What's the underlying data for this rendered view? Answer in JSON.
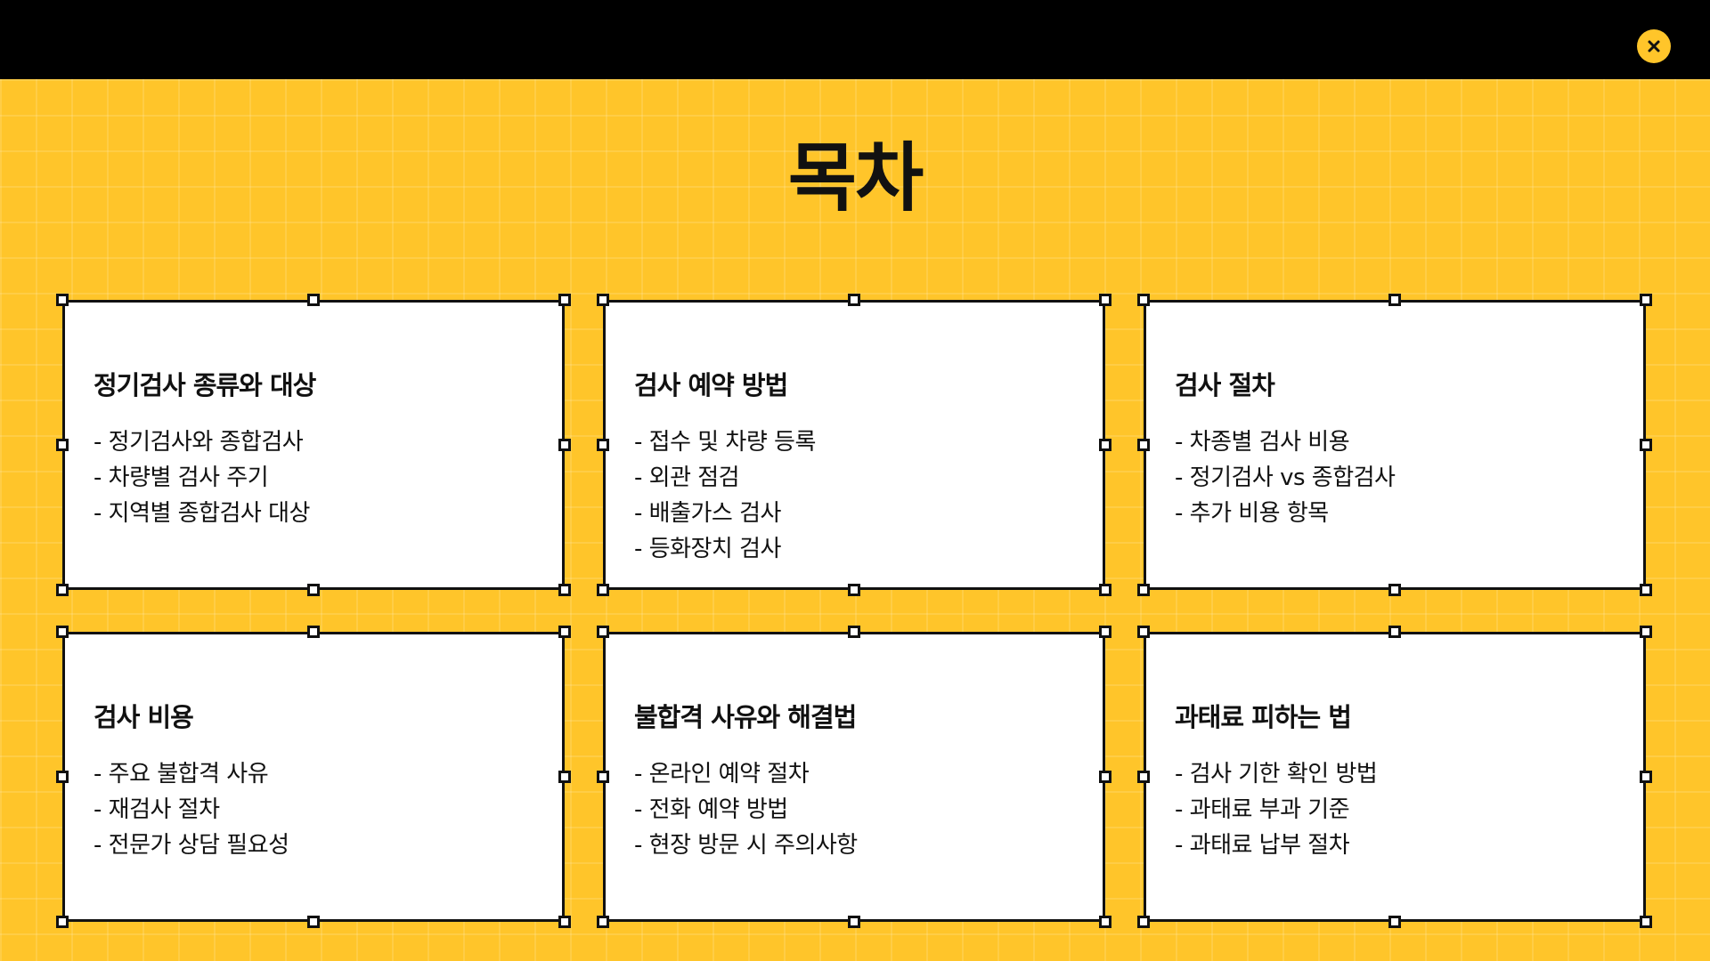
{
  "header": {
    "close_icon": "close-icon",
    "accent_color": "#ffc52a",
    "bar_color": "#000000"
  },
  "page": {
    "title": "목차"
  },
  "sections": [
    {
      "heading": "정기검사 종류와 대상",
      "items": [
        "- 정기검사와 종합검사",
        "- 차량별 검사 주기",
        "- 지역별 종합검사 대상"
      ]
    },
    {
      "heading": "검사 예약 방법",
      "items": [
        "- 접수 및 차량 등록",
        "- 외관 점검",
        "- 배출가스 검사",
        "- 등화장치 검사"
      ]
    },
    {
      "heading": "검사 절차",
      "items": [
        "- 차종별 검사 비용",
        "- 정기검사 vs 종합검사",
        "- 추가 비용 항목"
      ]
    },
    {
      "heading": "검사 비용",
      "items": [
        "- 주요 불합격 사유",
        "- 재검사 절차",
        "- 전문가 상담 필요성"
      ]
    },
    {
      "heading": "불합격 사유와 해결법",
      "items": [
        "- 온라인 예약 절차",
        "- 전화 예약 방법",
        "- 현장 방문 시 주의사항"
      ]
    },
    {
      "heading": "과태료 피하는 법",
      "items": [
        "- 검사 기한 확인 방법",
        "- 과태료 부과 기준",
        "- 과태료 납부 절차"
      ]
    }
  ]
}
